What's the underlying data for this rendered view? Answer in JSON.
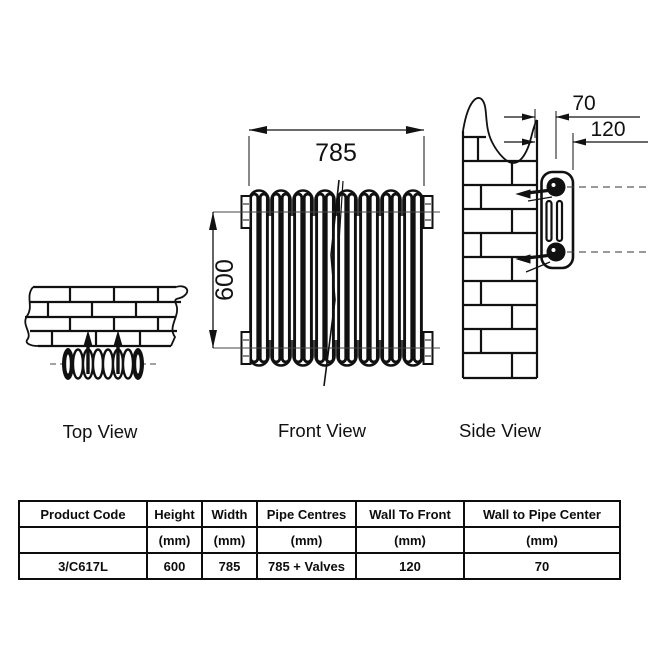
{
  "drawing": {
    "top_view_label": "Top View",
    "front_view_label": "Front View",
    "side_view_label": "Side View",
    "front_width_mm": "785",
    "front_height_mm": "600",
    "side_wall_to_pipe_mm": "70",
    "side_wall_to_front_mm": "120",
    "line_color": "#111111"
  },
  "table": {
    "headers": [
      "Product Code",
      "Height",
      "Width",
      "Pipe Centres",
      "Wall To Front",
      "Wall to Pipe Center"
    ],
    "units_row": [
      "",
      "(mm)",
      "(mm)",
      "(mm)",
      "(mm)",
      "(mm)"
    ],
    "data_row": [
      "3/C617L",
      "600",
      "785",
      "785 + Valves",
      "120",
      "70"
    ]
  }
}
